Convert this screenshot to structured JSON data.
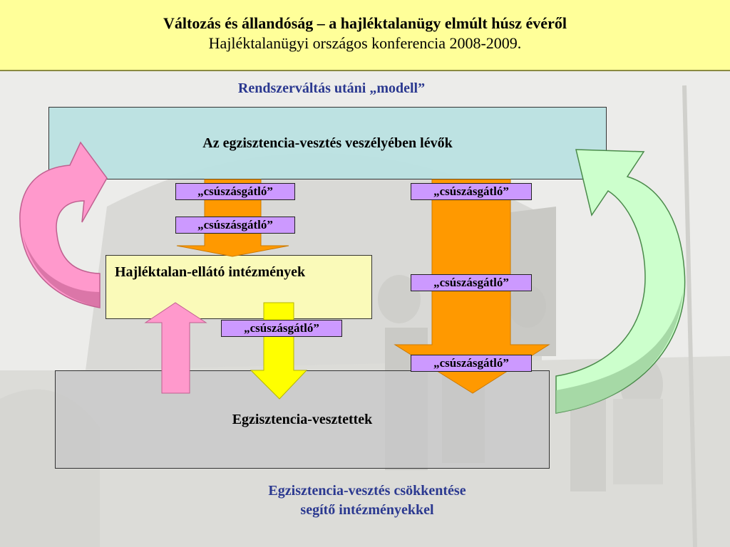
{
  "header": {
    "title": "Változás és állandóság – a hajléktalanügy elmúlt húsz évéről",
    "subtitle": "Hajléktalanügyi országos konferencia 2008-2009."
  },
  "model_title": "Rendszerváltás utáni „modell”",
  "boxes": {
    "at_risk": "Az egzisztencia-vesztés veszélyében lévők",
    "homeless_services": "Hajléktalan-ellátó intézmények",
    "lost_existence": "Egzisztencia-vesztettek"
  },
  "labels": {
    "l1": "„csúszásgátló”",
    "l2": "„csúszásgátló”",
    "l3": "„csúszásgátló”",
    "l4": "„csúszásgátló”",
    "l5": "„csúszásgátló”",
    "l6": "„csúszásgátló”"
  },
  "footer": {
    "line1": "Egzisztencia-vesztés csökkentése",
    "line2": "segítő intézményekkel"
  },
  "colors": {
    "orange_arrow": "#ff9900",
    "yellow_arrow": "#ffff00",
    "pink_arrow": "#ff99cc",
    "green_arrow": "#ccffcc",
    "label_fill": "#cc99ff",
    "title_blue": "#2b3990",
    "header_fill": "#ffff99"
  }
}
